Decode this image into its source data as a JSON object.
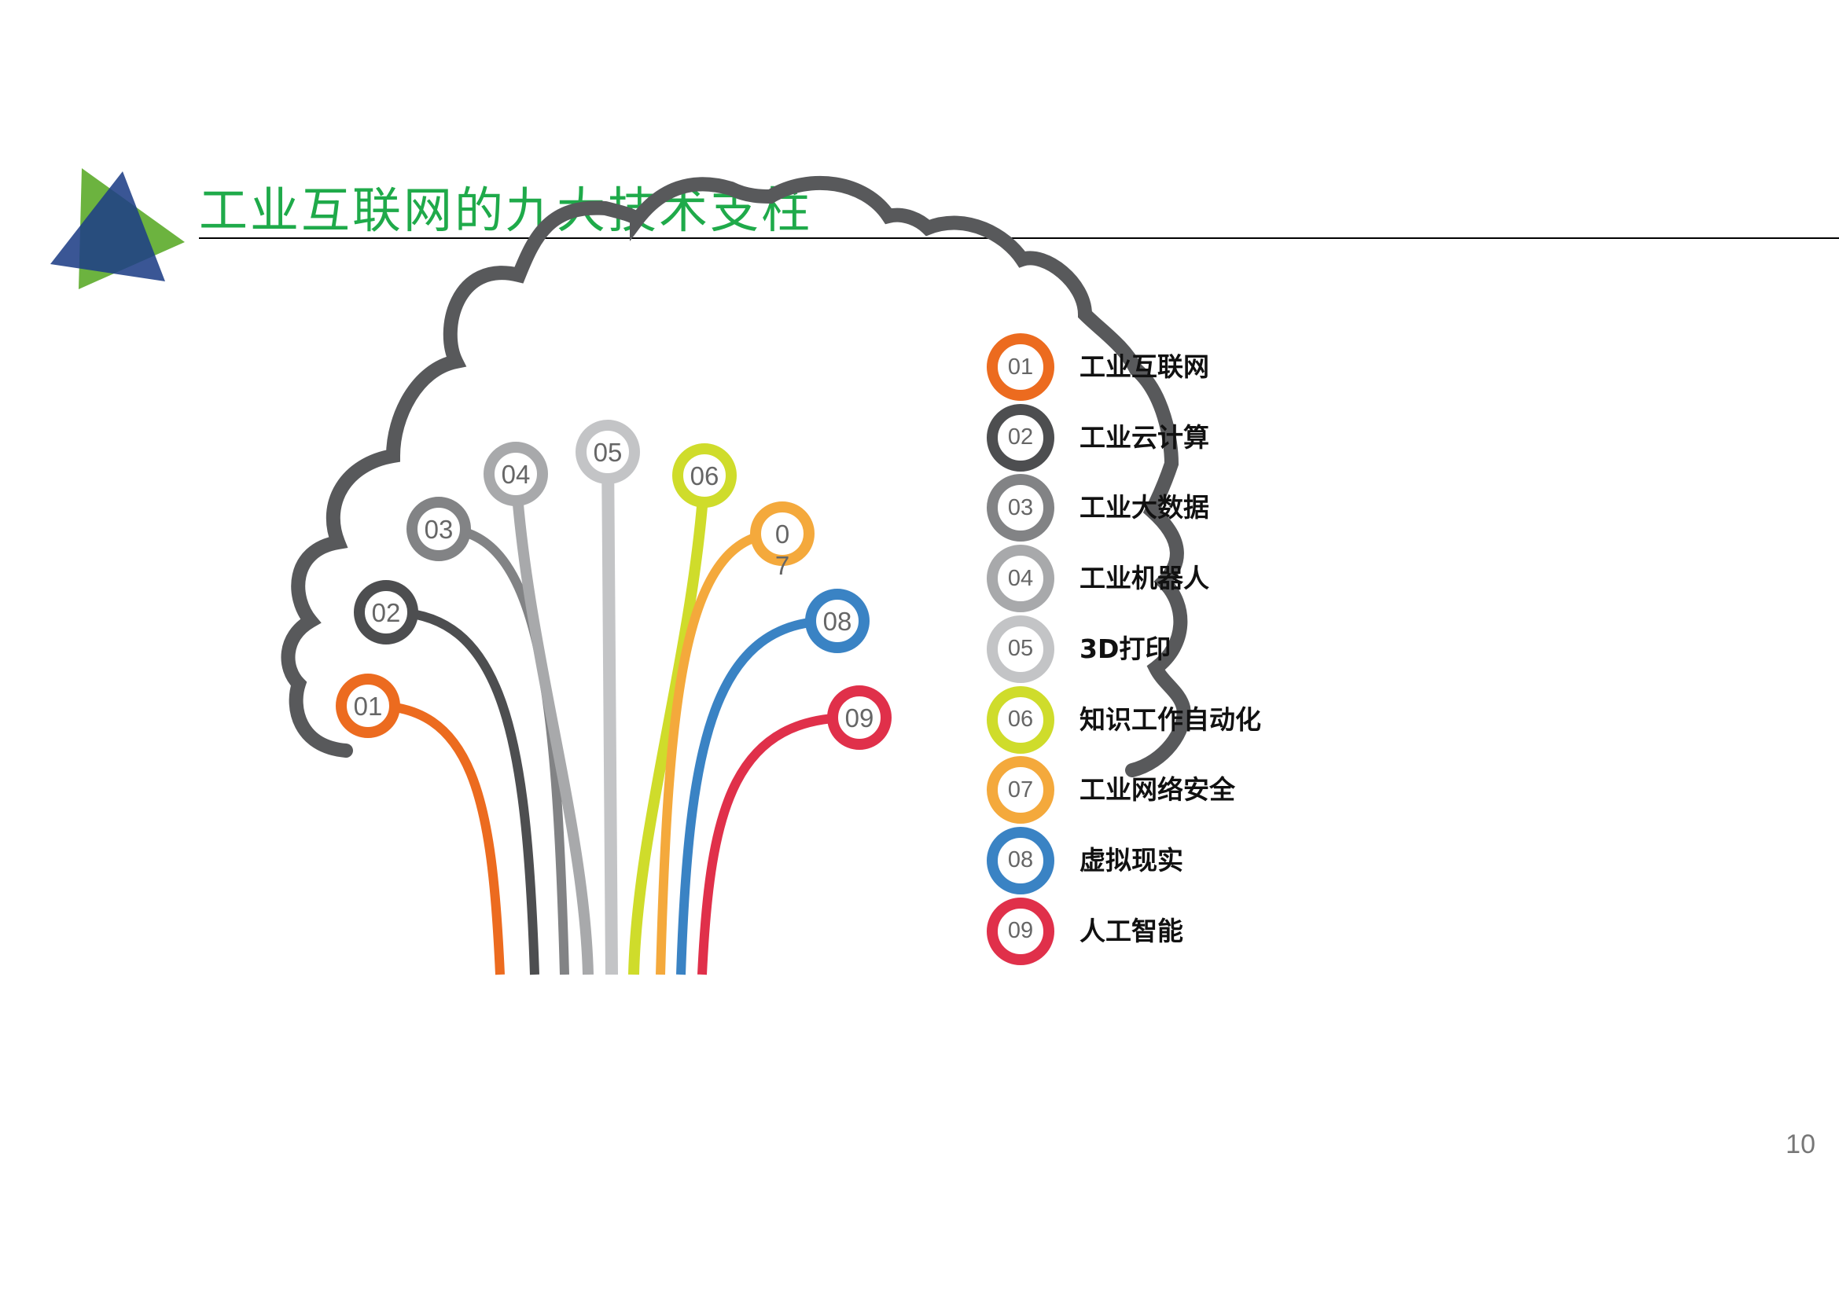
{
  "page": {
    "title": "工业互联网的九大技术支柱",
    "title_color": "#1faa4a",
    "page_number": "10"
  },
  "logo": {
    "icon": "overlapping-triangles-icon",
    "colors": [
      "#6cb33f",
      "#1f3f86",
      "#1b5a72"
    ]
  },
  "cloud_color": "#58595b",
  "pillars": [
    {
      "num": "01",
      "label": "工业互联网",
      "color": "#ec6b1f"
    },
    {
      "num": "02",
      "label": "工业云计算",
      "color": "#4d4e50"
    },
    {
      "num": "03",
      "label": "工业大数据",
      "color": "#828385"
    },
    {
      "num": "04",
      "label": "工业机器人",
      "color": "#a8a9ab"
    },
    {
      "num": "05",
      "label": "3D打印",
      "color": "#c3c4c6"
    },
    {
      "num": "06",
      "label": "知识工作自动化",
      "color": "#cfdc2b"
    },
    {
      "num": "07",
      "label": "工业网络安全",
      "color": "#f4a93c"
    },
    {
      "num": "08",
      "label": "虚拟现实",
      "color": "#3a83c4"
    },
    {
      "num": "09",
      "label": "人工智能",
      "color": "#e0304a"
    }
  ]
}
